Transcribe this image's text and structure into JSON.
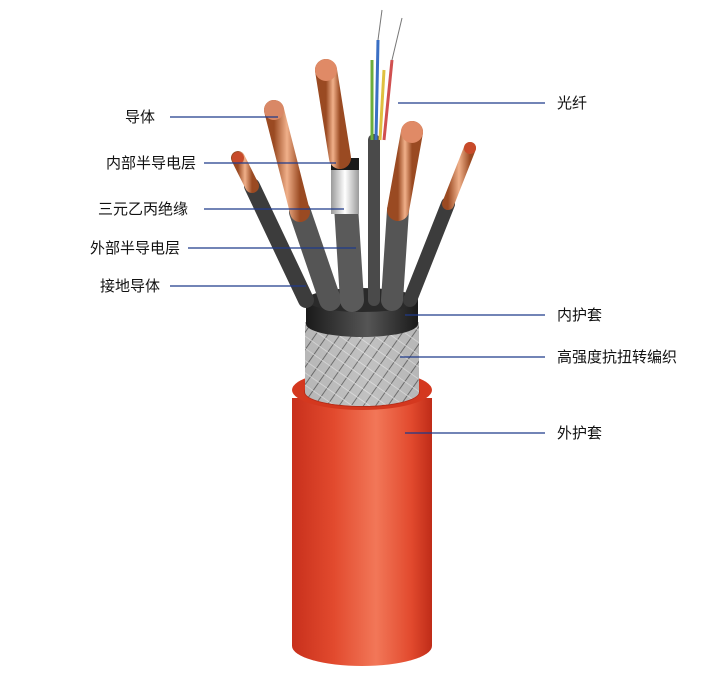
{
  "labels": {
    "conductor": "导体",
    "inner_semiconductive": "内部半导电层",
    "epr_insulation": "三元乙丙绝缘",
    "outer_semiconductive": "外部半导电层",
    "earth_conductor": "接地导体",
    "optical_fiber": "光纤",
    "inner_sheath": "内护套",
    "antitorsion_braid": "高强度抗扭转编织",
    "outer_sheath": "外护套"
  },
  "colors": {
    "outer_sheath": "#e2492c",
    "inner_sheath": "#2b2b2b",
    "copper": "#c8764a",
    "core_jacket": "#6a6a6a",
    "leader": "#1f3a8a"
  }
}
